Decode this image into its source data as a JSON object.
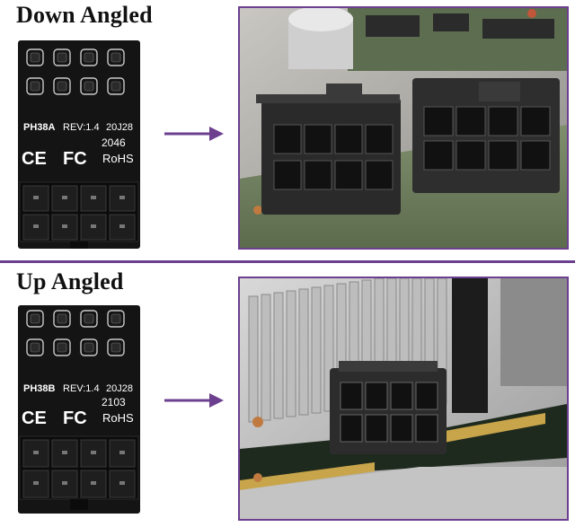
{
  "sections": [
    {
      "title": "Down Angled",
      "board_text": {
        "model": "PH38A",
        "rev": "REV:1.4",
        "code": "20J28",
        "serial": "2046",
        "ce": "CE",
        "fc": "FC",
        "rohs": "RoHS"
      }
    },
    {
      "title": "Up Angled",
      "board_text": {
        "model": "PH38B",
        "rev": "REV:1.4",
        "code": "20J28",
        "serial": "2103",
        "ce": "CE",
        "fc": "FC",
        "rohs": "RoHS"
      }
    }
  ],
  "colors": {
    "accent": "#6d3f8f",
    "board": "#151515",
    "pcb_green": "#6f8a5c"
  }
}
